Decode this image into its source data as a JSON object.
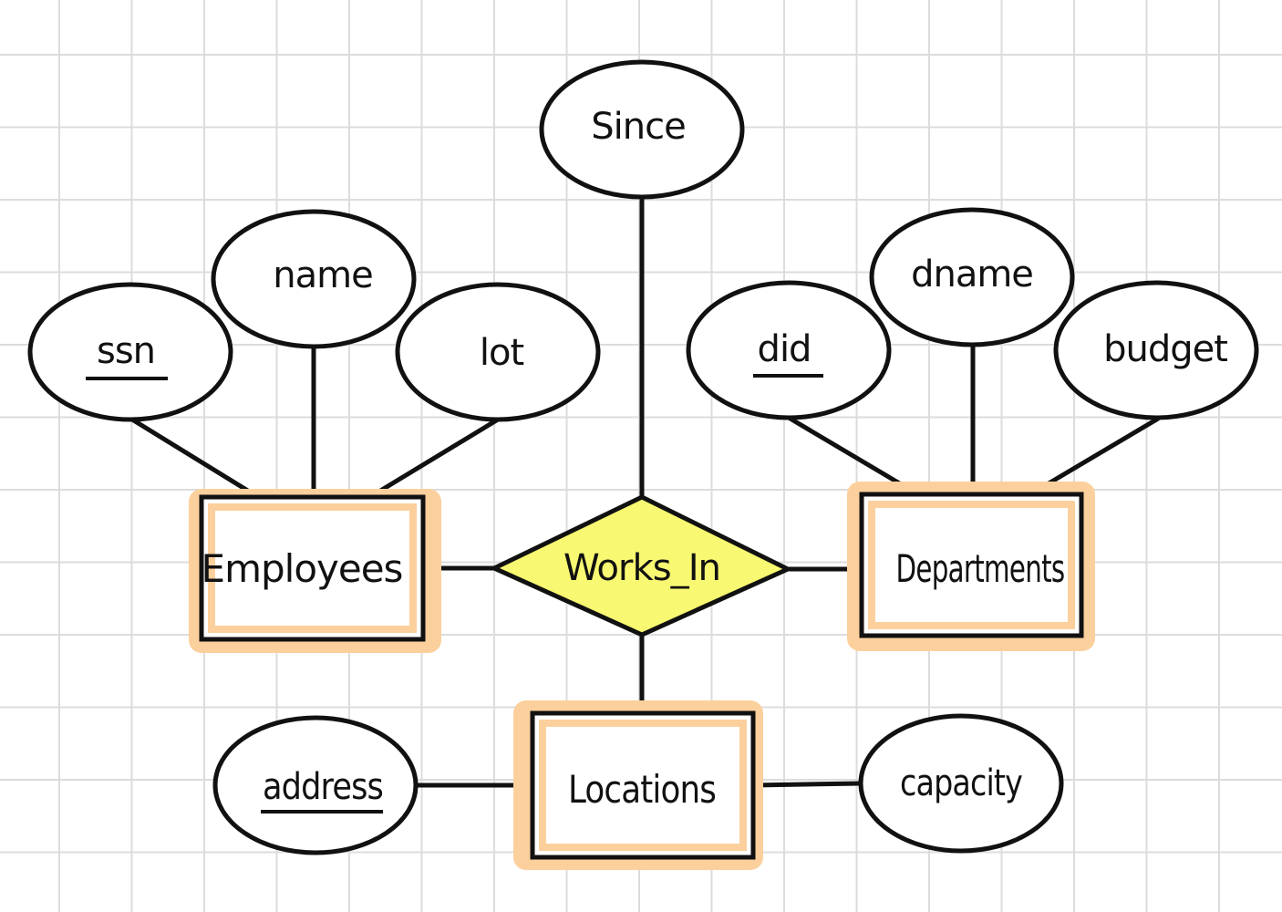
{
  "colors": {
    "grid": "#dcdcdc",
    "stroke": "#111111",
    "highlight": "#fcd09d",
    "relationship_fill": "#f8f872",
    "shape_fill": "#ffffff"
  },
  "relationship": {
    "label": "Works_In"
  },
  "entities": {
    "employees": "Employees",
    "departments": "Departments",
    "locations": "Locations"
  },
  "attributes": {
    "since": "Since",
    "ssn": "ssn",
    "name": "name",
    "lot": "lot",
    "did": "did",
    "dname": "dname",
    "budget": "budget",
    "address": "address",
    "capacity": "capacity"
  },
  "key_attributes": [
    "ssn",
    "did",
    "address"
  ]
}
